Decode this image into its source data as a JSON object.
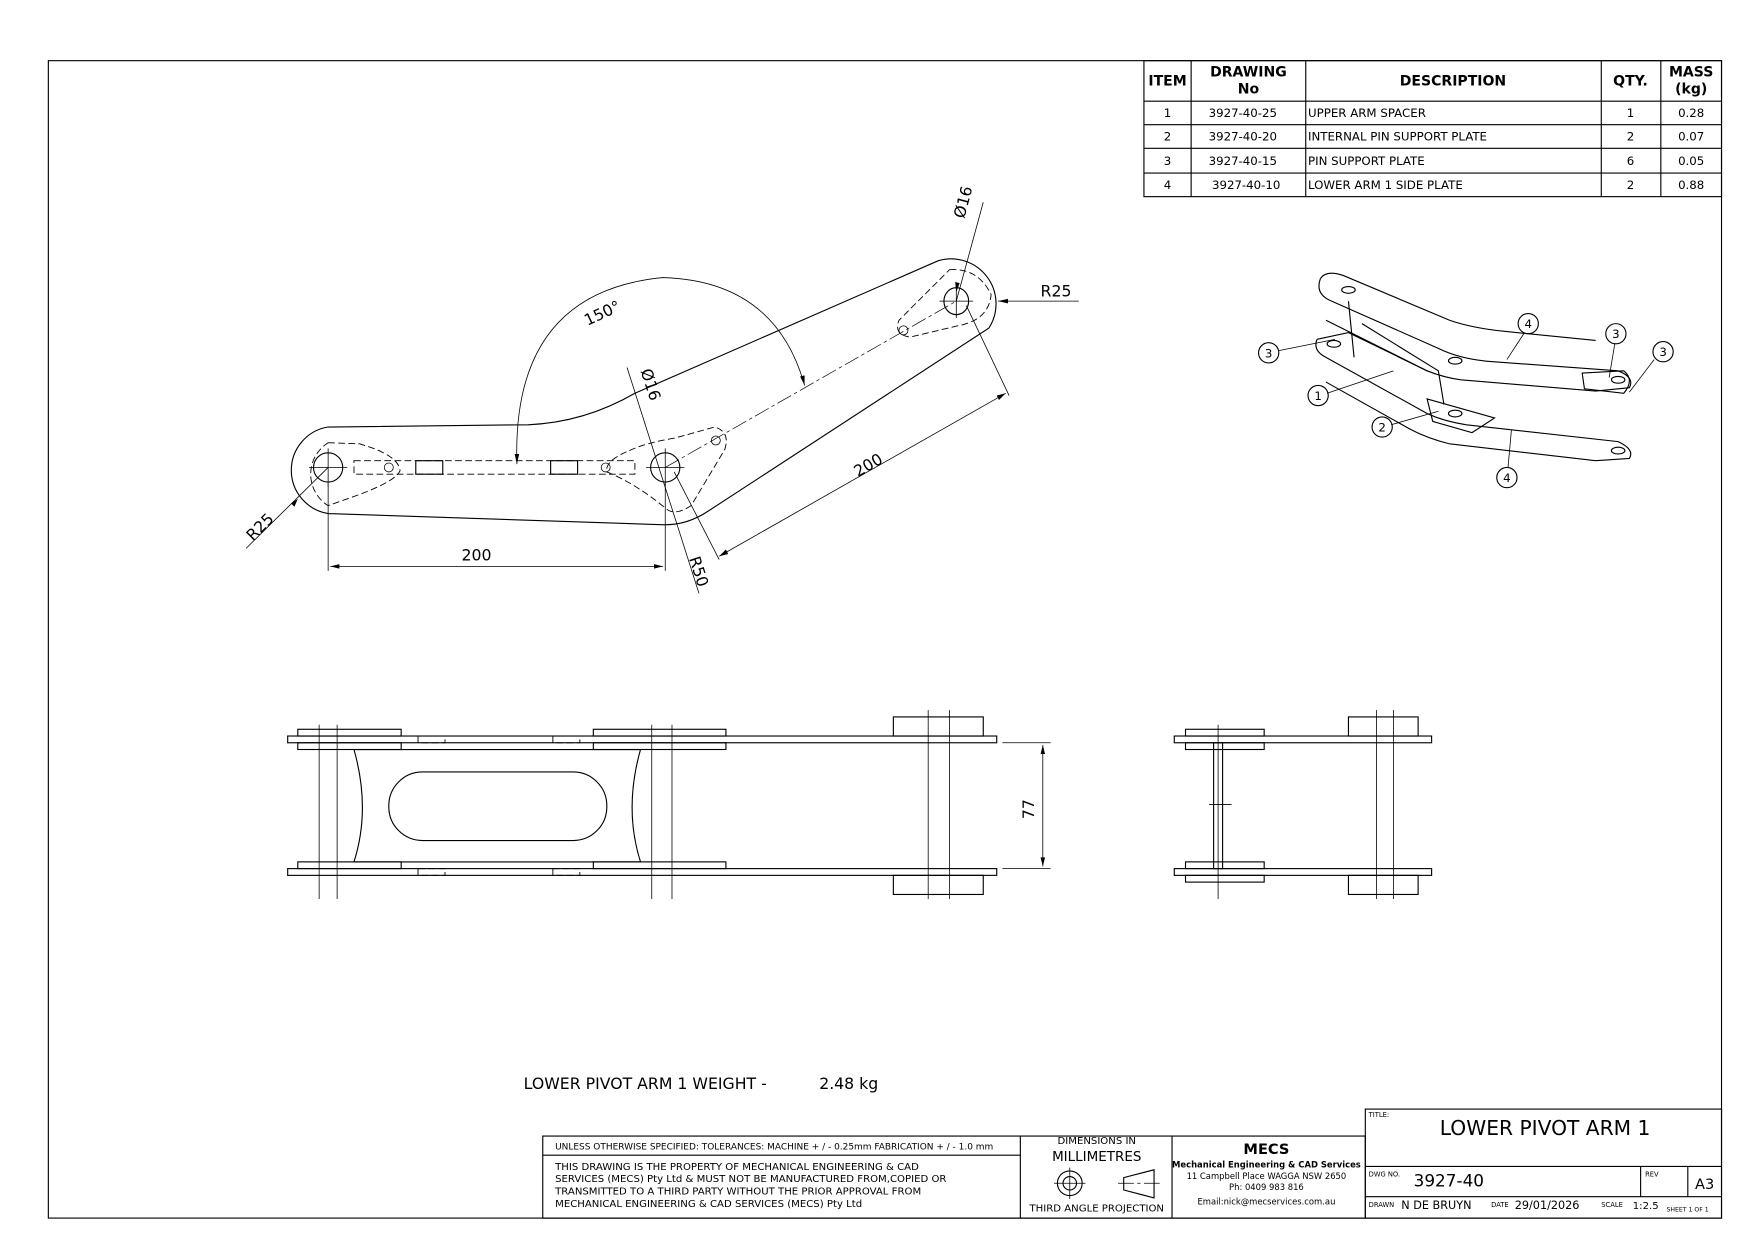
{
  "bom": {
    "headers": {
      "item": "ITEM",
      "drawing_1": "DRAWING",
      "drawing_2": "No",
      "description": "DESCRIPTION",
      "qty": "QTY.",
      "mass_1": "MASS",
      "mass_2": "(kg)"
    },
    "rows": [
      {
        "item": "1",
        "drawing": "3927-40-25",
        "description": "UPPER ARM SPACER",
        "qty": "1",
        "mass": "0.28"
      },
      {
        "item": "2",
        "drawing": "3927-40-20",
        "description": "INTERNAL PIN SUPPORT PLATE",
        "qty": "2",
        "mass": "0.07"
      },
      {
        "item": "3",
        "drawing": "3927-40-15",
        "description": "PIN SUPPORT PLATE",
        "qty": "6",
        "mass": "0.05"
      },
      {
        "item": "4",
        "drawing": "3927-40-10",
        "description": "LOWER ARM 1 SIDE PLATE",
        "qty": "2",
        "mass": "0.88"
      }
    ]
  },
  "dimensions": {
    "angle": "150°",
    "dia_top": "Ø16",
    "dia_mid": "Ø16",
    "r_right": "R25",
    "r_left": "R25",
    "r_mid": "R50",
    "len_horizontal": "200",
    "len_angled": "200",
    "separation": "77"
  },
  "balloons": [
    "4",
    "3",
    "3",
    "3",
    "1",
    "2",
    "4"
  ],
  "weight": {
    "label": "LOWER PIVOT ARM 1 WEIGHT -",
    "value": "2.48 kg"
  },
  "title_block": {
    "tolerances": "UNLESS OTHERWISE SPECIFIED: TOLERANCES: MACHINE + / - 0.25mm  FABRICATION + / - 1.0 mm",
    "property_lines": [
      "THIS DRAWING IS THE PROPERTY OF MECHANICAL ENGINEERING & CAD",
      "SERVICES (MECS) Pty Ltd & MUST NOT BE MANUFACTURED FROM,COPIED OR",
      "TRANSMITTED TO A THIRD PARTY WITHOUT THE PRIOR APPROVAL FROM",
      "MECHANICAL ENGINEERING & CAD SERVICES (MECS) Pty Ltd"
    ],
    "dimensions_in": "DIMENSIONS IN",
    "units": "MILLIMETRES",
    "projection": "THIRD ANGLE PROJECTION",
    "company_logo": "MECS",
    "company_name": "Mechanical Engineering & CAD Services",
    "address": "11 Campbell Place WAGGA NSW 2650",
    "phone": "Ph: 0409 983 816",
    "email": "Email:nick@mecservices.com.au",
    "title_label": "TITLE:",
    "title": "LOWER PIVOT ARM 1",
    "dwg_no_label": "DWG NO.",
    "dwg_no": "3927-40",
    "rev_label": "REV",
    "size": "A3",
    "drawn_label": "DRAWN",
    "drawn_by": "N DE BRUYN",
    "date_label": "DATE",
    "date": "29/01/2026",
    "scale_label": "SCALE",
    "scale": "1:2.5",
    "sheet": "SHEET 1 OF 1"
  }
}
